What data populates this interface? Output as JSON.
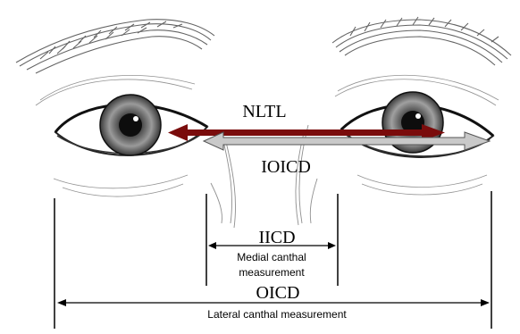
{
  "labels": {
    "nltl": "NLTL",
    "ioicd": "IOICD",
    "iicd": "IICD",
    "medial_line1": "Medial canthal",
    "medial_line2": "measurement",
    "oicd": "OICD",
    "lateral": "Lateral canthal measurement"
  },
  "colors": {
    "nltl_arrow": "#7a0c0c",
    "ioicd_arrow": "#c9c9c9",
    "ink": "#000000",
    "sketch": "#555555"
  }
}
